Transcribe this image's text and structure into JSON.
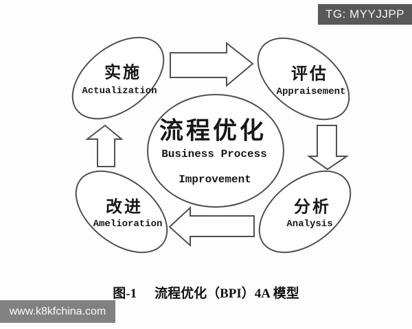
{
  "badge": {
    "label": "TG: MYYJJPP"
  },
  "watermark": {
    "label": "www.k8kfchina.com"
  },
  "diagram": {
    "type": "cycle",
    "center": {
      "title": "流程优化",
      "subtitle_line1": "Business Process",
      "subtitle_line2": "Improvement"
    },
    "nodes": [
      {
        "id": "actualization",
        "title": "实施",
        "subtitle": "Actualization",
        "position": "top-left"
      },
      {
        "id": "appraisement",
        "title": "评估",
        "subtitle": "Appraisement",
        "position": "top-right"
      },
      {
        "id": "analysis",
        "title": "分析",
        "subtitle": "Analysis",
        "position": "bottom-right"
      },
      {
        "id": "amelioration",
        "title": "改进",
        "subtitle": "Amelioration",
        "position": "bottom-left"
      }
    ],
    "arrows": [
      {
        "id": "arrow-right",
        "from": "actualization",
        "to": "appraisement",
        "direction": "right"
      },
      {
        "id": "arrow-down",
        "from": "appraisement",
        "to": "analysis",
        "direction": "down"
      },
      {
        "id": "arrow-left",
        "from": "analysis",
        "to": "amelioration",
        "direction": "left"
      },
      {
        "id": "arrow-up",
        "from": "amelioration",
        "to": "actualization",
        "direction": "up"
      }
    ]
  },
  "caption": {
    "figure_label": "图-1",
    "text": "流程优化（BPI）4A 模型"
  },
  "colors": {
    "stroke": "#4f4f4f",
    "text": "#171717",
    "badge_bg": "#58585a",
    "watermark_bg": "#818181",
    "background": "#fdfdfd"
  }
}
